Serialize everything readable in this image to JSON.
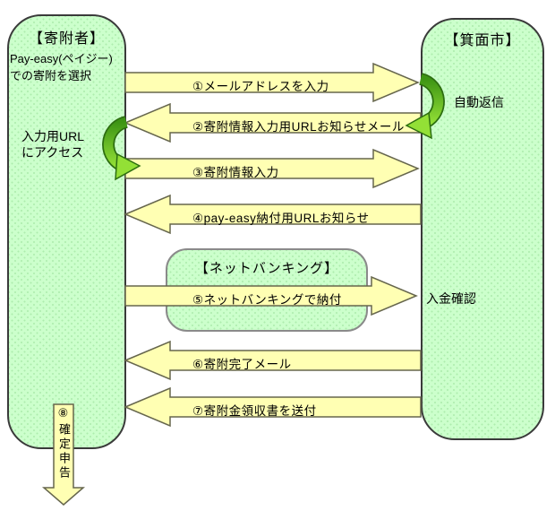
{
  "diagram": {
    "left_box": {
      "title": "【寄附者】",
      "select_line1": "Pay-easy(ペイジー)",
      "select_line2": "での寄附を選択",
      "url_line1": "入力用URL",
      "url_line2": "にアクセス"
    },
    "right_box": {
      "title": "【箕面市】",
      "auto_reply": "自動返信",
      "payment_check": "入金確認"
    },
    "net_box": {
      "title": "【ネットバンキング】"
    },
    "arrows": [
      {
        "step": 1,
        "direction": "right",
        "label": "①メールアドレスを入力"
      },
      {
        "step": 2,
        "direction": "left",
        "label": "②寄附情報入力用URLお知らせメール"
      },
      {
        "step": 3,
        "direction": "right",
        "label": "③寄附情報入力"
      },
      {
        "step": 4,
        "direction": "left",
        "label": "④pay-easy納付用URLお知らせ"
      },
      {
        "step": 5,
        "direction": "right",
        "label": "⑤ネットバンキングで納付"
      },
      {
        "step": 6,
        "direction": "left",
        "label": "⑥寄附完了メール"
      },
      {
        "step": 7,
        "direction": "left",
        "label": "⑦寄附金領収書を送付"
      },
      {
        "step": 8,
        "direction": "down",
        "label": "⑧確定申告"
      }
    ],
    "colors": {
      "box_fill": "#ccffcc",
      "box_border": "#3a3a3a",
      "net_box_border": "#8a8a8a",
      "arrow_fill": "#ffffb3",
      "arrow_border": "#66664d",
      "curve_dark_green": "#3d9414",
      "curve_light_green": "#93e036"
    }
  }
}
